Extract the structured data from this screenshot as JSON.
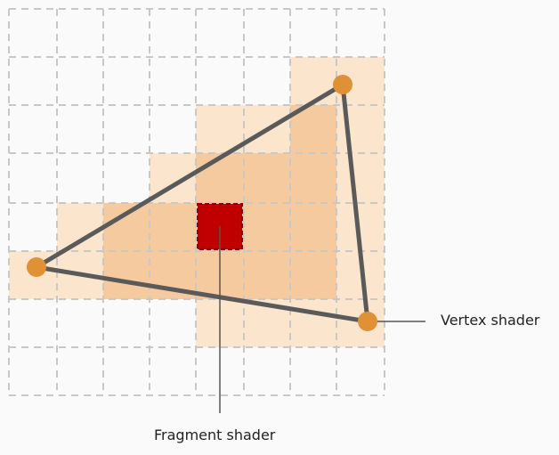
{
  "labels": {
    "vertex_shader": "Vertex shader",
    "fragment_shader": "Fragment shader"
  },
  "grid": {
    "columns": 8,
    "rows": 8
  },
  "colors": {
    "background": "#fafafa",
    "grid_line": "#c8c8c8",
    "light_fill": "#fbe5cd",
    "medium_fill": "#f5ca9e",
    "highlight_fill": "#c00000",
    "highlight_border": "#8b0000",
    "edge": "#5a5a5a",
    "vertex": "#e09035",
    "leader_line": "#555555"
  }
}
